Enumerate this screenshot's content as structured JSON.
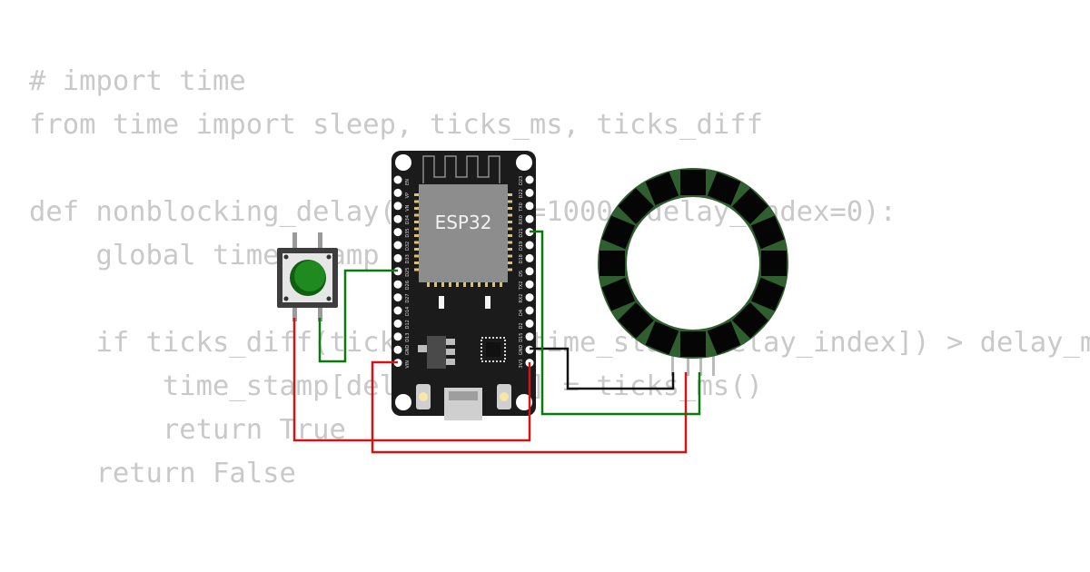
{
  "code": {
    "lines": [
      "# import time",
      "from time import sleep, ticks_ms, ticks_diff",
      "",
      "def nonblocking_delay(delay_ms=1000, delay_index=0):",
      "    global time_stamp",
      "",
      "    if ticks_diff(ticks_ms(), time_stamp[delay_index]) > delay_ms:",
      "        time_stamp[delay_index] = ticks_ms()",
      "        return True",
      "    return False"
    ]
  },
  "board": {
    "chip_label": "ESP32",
    "left_pins": [
      "EN",
      "VP",
      "VN",
      "D34",
      "D35",
      "D32",
      "D33",
      "D25",
      "D26",
      "D27",
      "D14",
      "D12",
      "D13",
      "GND",
      "VIN"
    ],
    "right_pins": [
      "D23",
      "D22",
      "TX0",
      "RX0",
      "D21",
      "D19",
      "D18",
      "D5",
      "TX2",
      "RX2",
      "D4",
      "D2",
      "D15",
      "GND",
      "3V3"
    ]
  },
  "colors": {
    "code_text": "#c9c9c9",
    "board": "#1b1b1b",
    "chip": "#8d8d8d",
    "button_cap": "#1f8a1f",
    "ring_border": "#2f5f2f",
    "wire_green": "#0b7a0b",
    "wire_red": "#d11414",
    "wire_black": "#111111"
  }
}
